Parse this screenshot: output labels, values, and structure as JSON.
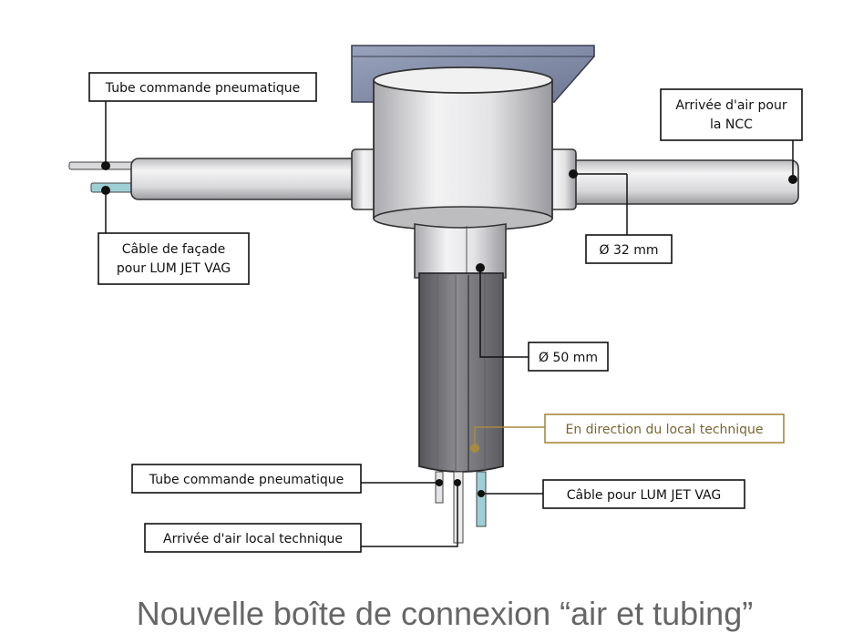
{
  "labels": {
    "tube_pneumatique_top": "Tube commande pneumatique",
    "cable_facade_line1": "Câble de façade",
    "cable_facade_line2": "pour LUM JET VAG",
    "arrivee_air_ncc_line1": "Arrivée d'air pour",
    "arrivee_air_ncc_line2": "la NCC",
    "diam_32": "Ø 32 mm",
    "diam_50": "Ø 50 mm",
    "direction_local": "En direction du local technique",
    "tube_pneumatique_bottom": "Tube commande pneumatique",
    "cable_lum_jet": "Câble pour LUM JET VAG",
    "arrivee_air_local": "Arrivée d'air local technique"
  },
  "caption": "Nouvelle boîte de connexion “air et tubing”",
  "colors": {
    "accent_gold": "#a8893e",
    "leader_line": "#111111",
    "box_border": "#111111",
    "lid": "#7f8aa8",
    "dark_pipe": "#6e6e72",
    "light_pipe": "#e2e2e4",
    "cable_blue": "#9fcfd6"
  }
}
